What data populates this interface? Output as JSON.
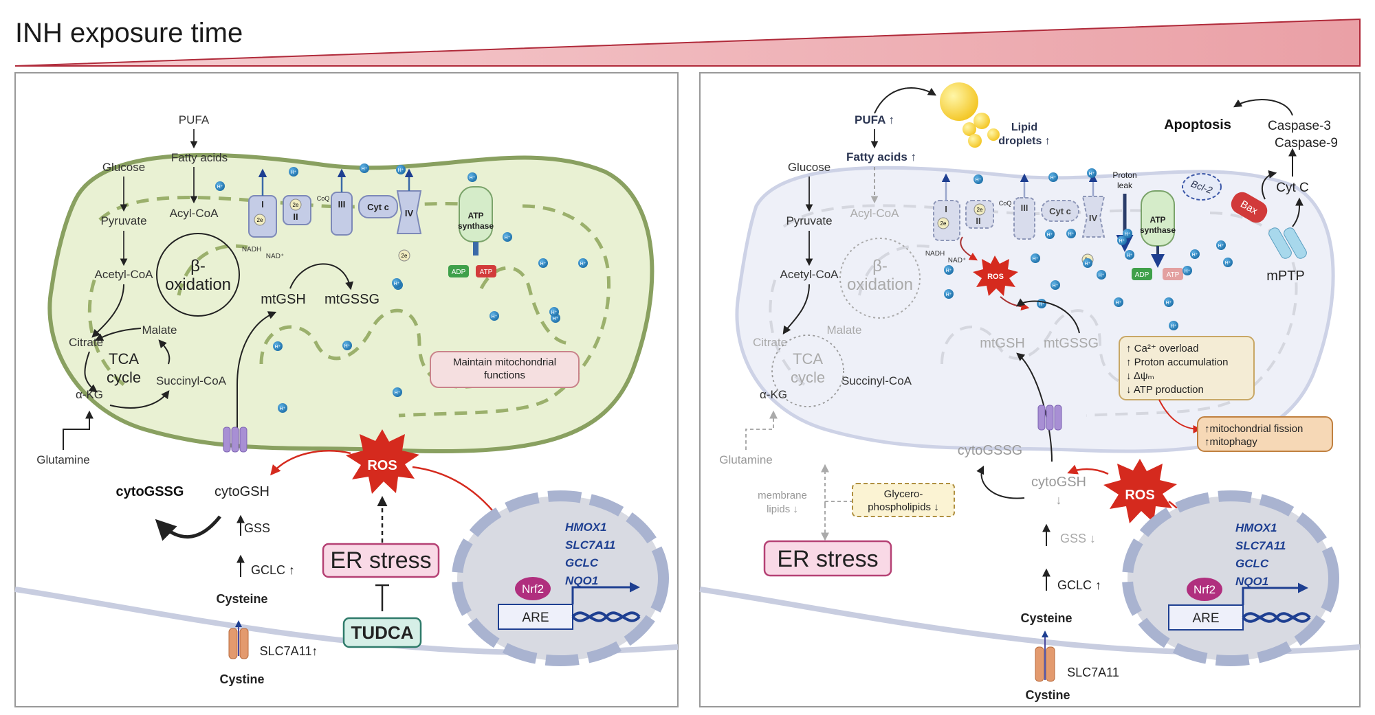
{
  "header": {
    "title": "INH exposure time"
  },
  "left": {
    "pufa": "PUFA",
    "fatty_acids": "Fatty acids",
    "glucose": "Glucose",
    "pyruvate": "Pyruvate",
    "acyl_coa": "Acyl-CoA",
    "acetyl_coa": "Acetyl-CoA",
    "beta": "β-",
    "oxidation": "oxidation",
    "citrate": "Citrate",
    "malate": "Malate",
    "tca1": "TCA",
    "tca2": "cycle",
    "succinyl": "Succinyl-CoA",
    "akg": "α-KG",
    "glutamine": "Glutamine",
    "complex_i": "I",
    "complex_ii": "II",
    "complex_iii": "III",
    "cytc": "Cyt c",
    "complex_iv": "IV",
    "coq": "CoQ",
    "two_e": "2e",
    "nadh": "NADH",
    "nad": "NAD⁺",
    "atp_synthase1": "ATP",
    "atp_synthase2": "synthase",
    "adp": "ADP",
    "atp": "ATP",
    "h": "H⁺",
    "mtgsh": "mtGSH",
    "mtgssg": "mtGSSG",
    "maintain1": "Maintain mitochondrial",
    "maintain2": "functions",
    "cytogssg": "cytoGSSG",
    "cytogsh": "cytoGSH",
    "gss": "GSS",
    "gclc": "GCLC ↑",
    "cysteine": "Cysteine",
    "slc7a11": "SLC7A11↑",
    "cystine": "Cystine",
    "ros": "ROS",
    "er_stress": "ER stress",
    "tudca": "TUDCA",
    "genes": [
      "HMOX1",
      "SLC7A11",
      "GCLC",
      "NQO1"
    ],
    "nrf2": "Nrf2",
    "are": "ARE"
  },
  "right": {
    "pufa": "PUFA ↑",
    "fatty_acids": "Fatty acids ↑",
    "lipid1": "Lipid",
    "lipid2": "droplets ↑",
    "glucose": "Glucose",
    "pyruvate": "Pyruvate",
    "acyl_coa": "Acyl-CoA",
    "acetyl_coa": "Acetyl-CoA",
    "beta": "β-",
    "oxidation": "oxidation",
    "citrate": "Citrate",
    "malate": "Malate",
    "tca1": "TCA",
    "tca2": "cycle",
    "succinyl": "Succinyl-CoA",
    "akg": "α-KG",
    "glutamine": "Glutamine",
    "proton1": "Proton",
    "proton2": "leak",
    "bcl2": "Bcl-2",
    "bax": "Bax",
    "apoptosis": "Apoptosis",
    "casp3": "Caspase-3",
    "casp9": "Caspase-9",
    "cytc_out": "Cyt C",
    "mptp": "mPTP",
    "ros_small": "ROS",
    "box_lines": [
      "↑ Ca²⁺ overload",
      "↑ Proton accumulation",
      "↓ Δψₘ",
      "↓ ATP production"
    ],
    "fission1": "↑mitochondrial fission",
    "fission2": "↑mitophagy",
    "mtgsh": "mtGSH",
    "mtgssg": "mtGSSG",
    "cytogssg": "cytoGSSG",
    "cytogsh": "cytoGSH",
    "down": "↓",
    "gss": "GSS ↓",
    "gclc": "GCLC ↑",
    "cysteine": "Cysteine",
    "slc7a11": "SLC7A11",
    "cystine": "Cystine",
    "membrane1": "membrane",
    "membrane2": "lipids ↓",
    "glycero1": "Glycero-",
    "glycero2": "phospholipids ↓",
    "er_stress": "ER stress",
    "ros": "ROS"
  }
}
